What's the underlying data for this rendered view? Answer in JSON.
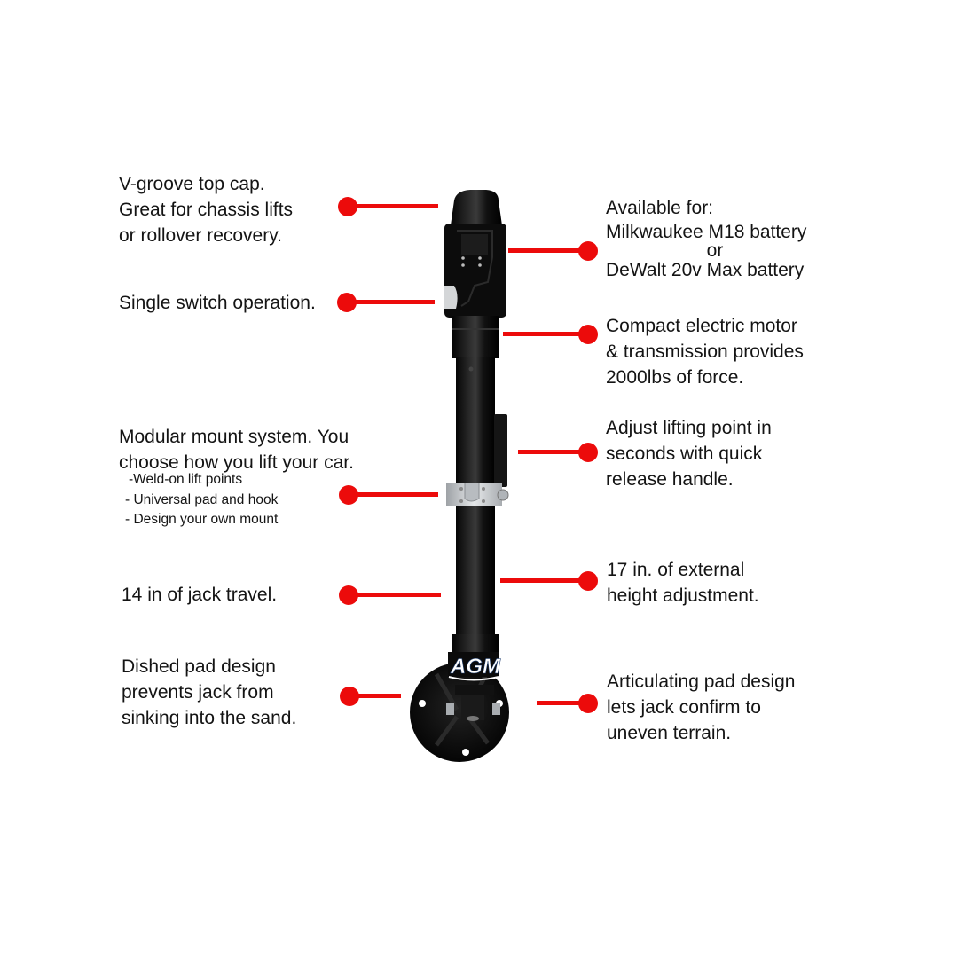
{
  "left_callouts": [
    {
      "id": "v-groove-top-cap",
      "lines": [
        "V-groove top cap.",
        "Great for chassis lifts",
        "or rollover recovery."
      ]
    },
    {
      "id": "single-switch",
      "lines": [
        "Single switch operation."
      ]
    },
    {
      "id": "modular-mount",
      "lines": [
        "Modular mount system. You",
        "choose how you lift your car."
      ],
      "sub_lines": [
        "-Weld-on lift points",
        "- Universal pad and hook",
        "- Design your own mount"
      ]
    },
    {
      "id": "jack-travel",
      "lines": [
        "14 in of jack travel."
      ]
    },
    {
      "id": "dished-pad",
      "lines": [
        "Dished pad design",
        "prevents jack from",
        "sinking into the sand."
      ]
    }
  ],
  "right_callouts": [
    {
      "id": "battery",
      "lines": [
        "Available for:",
        "Milkwaukee M18 battery",
        "or",
        "DeWalt 20v Max battery"
      ]
    },
    {
      "id": "motor",
      "lines": [
        "Compact electric motor",
        "& transmission provides",
        "2000lbs of force."
      ]
    },
    {
      "id": "quick-release",
      "lines": [
        "Adjust lifting point in",
        "seconds with quick",
        "release handle."
      ]
    },
    {
      "id": "height-adjust",
      "lines": [
        "17 in. of external",
        "height adjustment."
      ]
    },
    {
      "id": "articulating-pad",
      "lines": [
        "Articulating pad design",
        "lets jack confirm to",
        "uneven terrain."
      ]
    }
  ],
  "product": {
    "name": "electric jack",
    "logo_text": "AGM"
  },
  "colors": {
    "accent": "#ec0b0b",
    "product_body": "#0b0b0b",
    "clamp": "#c9cbcd",
    "text": "#141414",
    "background": "#ffffff"
  }
}
